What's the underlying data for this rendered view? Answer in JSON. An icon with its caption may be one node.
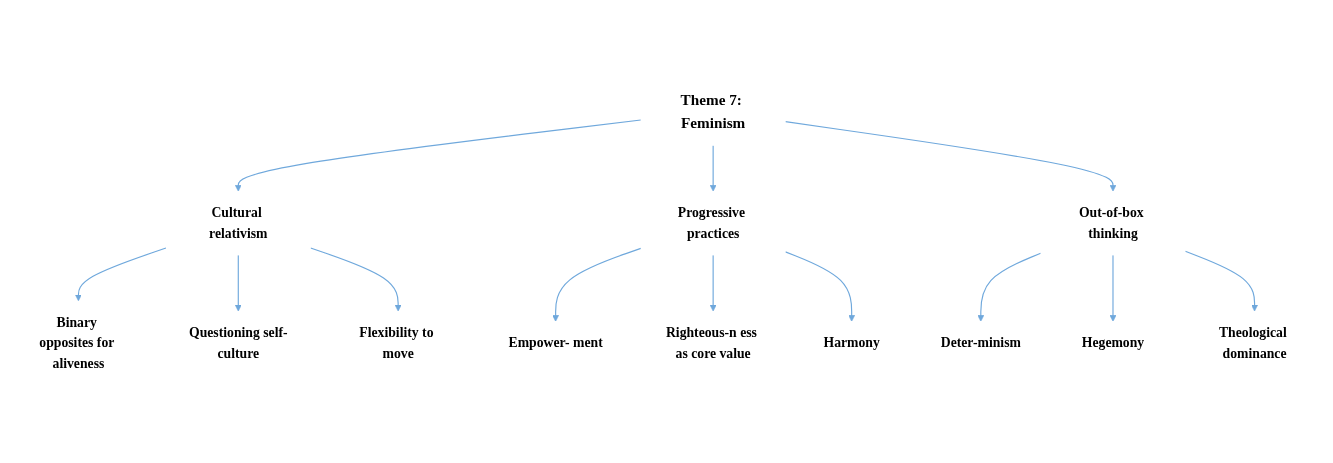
{
  "diagram": {
    "nodes": [
      {
        "text": [
          "Theme 7: Feminism"
        ]
      },
      {
        "text": [
          "Cultural relativism"
        ]
      },
      {
        "text": [
          "Progressive practices"
        ]
      },
      {
        "text": [
          "Out-of-box thinking"
        ]
      },
      {
        "text": [
          "Binary opposites for aliveness"
        ]
      },
      {
        "text": [
          "Questioning self-culture"
        ]
      },
      {
        "text": [
          "Flexibility to move"
        ]
      },
      {
        "text": [
          "Empower- ment"
        ]
      },
      {
        "text": [
          "Righteous-n ess as core value"
        ]
      },
      {
        "text": [
          "Harmony"
        ]
      },
      {
        "text": [
          "Deter-minism"
        ]
      },
      {
        "text": [
          "Hegemony"
        ]
      },
      {
        "text": [
          "Theological dominance"
        ]
      }
    ],
    "edges": [
      {
        "from": 0,
        "to": 1,
        "arrow": "to"
      },
      {
        "from": 0,
        "to": 2,
        "arrow": "to"
      },
      {
        "from": 0,
        "to": 3,
        "arrow": "to"
      },
      {
        "from": 1,
        "to": 4,
        "arrow": "to"
      },
      {
        "from": 1,
        "to": 5,
        "arrow": "to"
      },
      {
        "from": 1,
        "to": 6,
        "arrow": "to"
      },
      {
        "from": 2,
        "to": 7,
        "arrow": "to"
      },
      {
        "from": 2,
        "to": 8,
        "arrow": "to"
      },
      {
        "from": 2,
        "to": 9,
        "arrow": "to"
      },
      {
        "from": 3,
        "to": 10,
        "arrow": "to"
      },
      {
        "from": 3,
        "to": 11,
        "arrow": "to"
      },
      {
        "from": 3,
        "to": 12,
        "arrow": "to"
      }
    ]
  }
}
